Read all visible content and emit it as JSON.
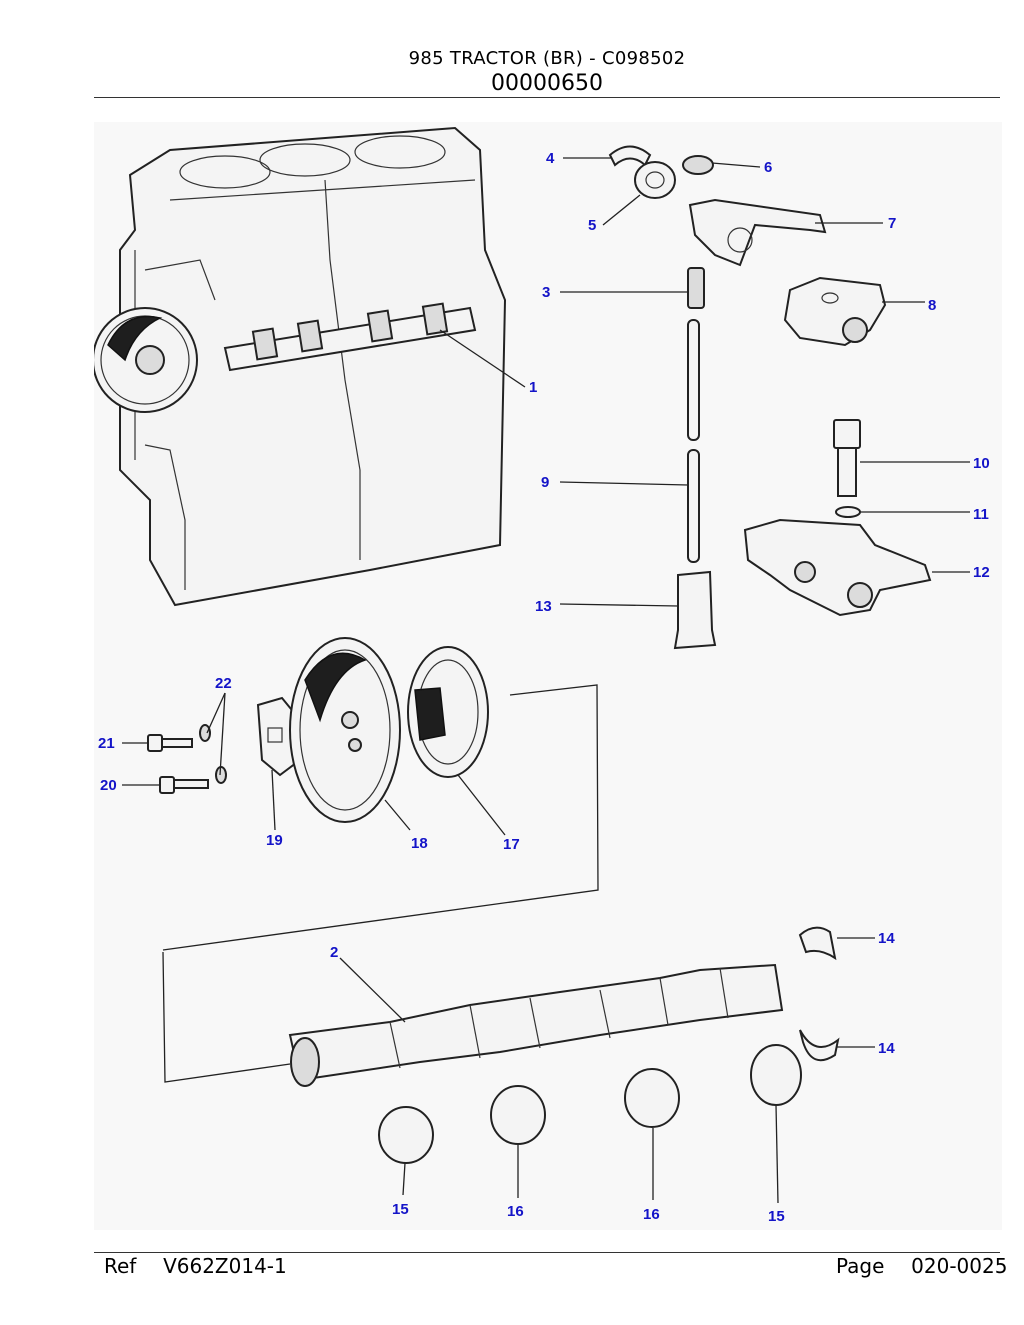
{
  "header": {
    "title": "985 TRACTOR (BR) - C098502",
    "code": "00000650"
  },
  "diagram": {
    "callouts": {
      "c1": "1",
      "c2": "2",
      "c3": "3",
      "c4": "4",
      "c5": "5",
      "c6": "6",
      "c7": "7",
      "c8": "8",
      "c9": "9",
      "c10": "10",
      "c11": "11",
      "c12": "12",
      "c13": "13",
      "c14a": "14",
      "c14b": "14",
      "c15a": "15",
      "c15b": "15",
      "c16a": "16",
      "c16b": "16",
      "c17": "17",
      "c18": "18",
      "c19": "19",
      "c20": "20",
      "c21": "21",
      "c22": "22"
    }
  },
  "footer": {
    "ref_label": "Ref",
    "ref_value": "V662Z014-1",
    "page_label": "Page",
    "page_value": "020-0025"
  }
}
